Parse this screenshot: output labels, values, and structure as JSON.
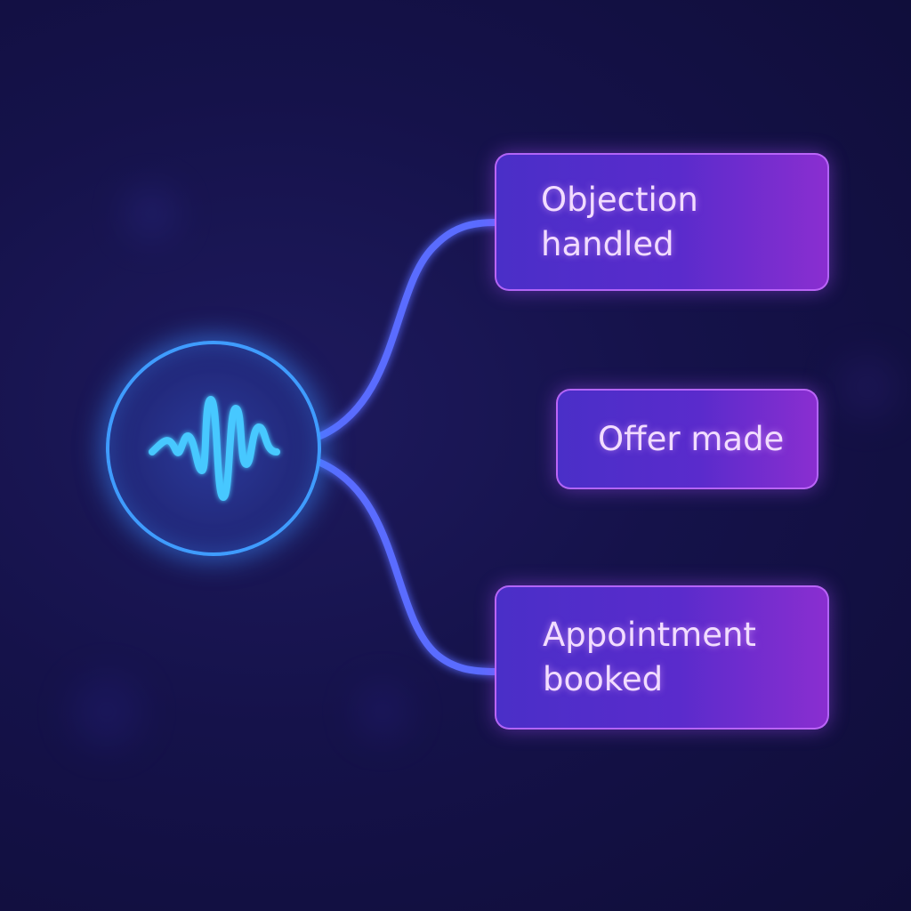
{
  "hub": {
    "icon": "sound-wave-icon"
  },
  "nodes": [
    {
      "label": "Objection\nhandled"
    },
    {
      "label": "Offer made"
    },
    {
      "label": "Appointment\nbooked"
    }
  ],
  "colors": {
    "background": "#15124a",
    "hub_ring": "#3f9cff",
    "connector": "#5a6cff",
    "box_border": "#c46eff",
    "text": "#f2dcff"
  }
}
